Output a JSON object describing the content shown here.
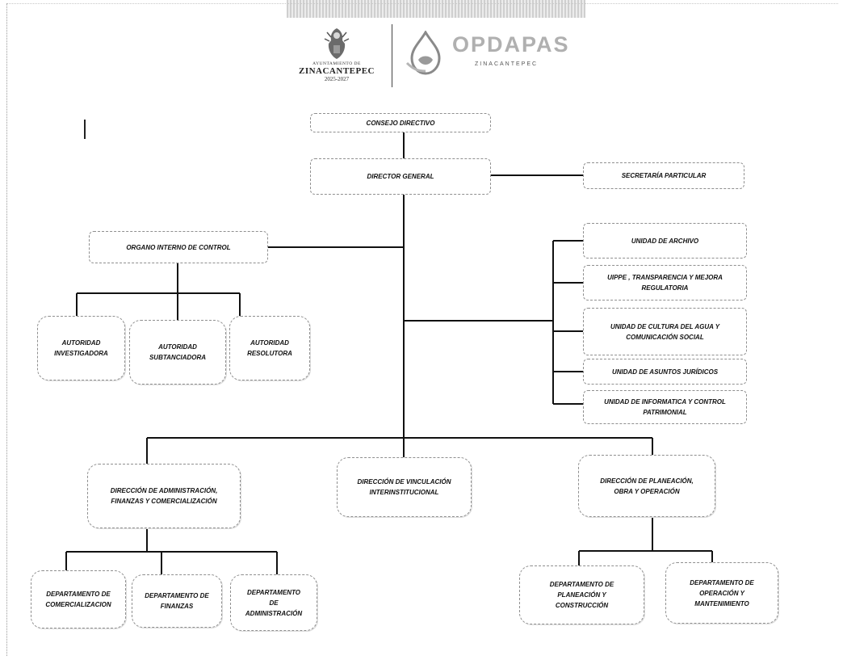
{
  "header": {
    "municipality_small": "AYUNTAMIENTO DE",
    "municipality": "ZINACANTEPEC",
    "years": "2025-2027",
    "brand": "OPDAPAS",
    "brand_sub": "ZINACANTEPEC"
  },
  "nodes": {
    "consejo": "CONSEJO DIRECTIVO",
    "director": "DIRECTOR GENERAL",
    "secretaria": "SECRETARÍA PARTICULAR",
    "organo": "ORGANO INTERNO DE CONTROL",
    "aut_investigadora": "AUTORIDAD INVESTIGADORA",
    "aut_substanciadora": "AUTORIDAD SUBTANCIADORA",
    "aut_resolutora": "AUTORIDAD RESOLUTORA",
    "u_archivo": "UNIDAD DE ARCHIVO",
    "u_uippe": "UIPPE , TRANSPARENCIA Y MEJORA REGULATORIA",
    "u_cultura": "UNIDAD DE CULTURA DEL AGUA Y COMUNICACIÓN SOCIAL",
    "u_juridicos": "UNIDAD DE ASUNTOS JURÍDICOS",
    "u_informatica": "UNIDAD DE INFORMATICA Y CONTROL PATRIMONIAL",
    "dir_admin": "DIRECCIÓN DE ADMINISTRACIÓN, FINANZAS Y COMERCIALIZACIÓN",
    "dir_vinculacion": "DIRECCIÓN DE VINCULACIÓN INTERINSTITUCIONAL",
    "dir_planeacion": "DIRECCIÓN DE PLANEACIÓN, OBRA Y OPERACIÓN",
    "dep_comercializacion": "DEPARTAMENTO DE COMERCIALIZACION",
    "dep_finanzas": "DEPARTAMENTO DE FINANZAS",
    "dep_administracion": "DEPARTAMENTO DE ADMINISTRACIÓN",
    "dep_planeacion": "DEPARTAMENTO DE PLANEACIÓN Y CONSTRUCCIÓN",
    "dep_operacion": "DEPARTAMENTO DE OPERACIÓN Y MANTENIMIENTO"
  },
  "icons": {
    "municipal_logo": "coat-of-arms-icon",
    "brand_logo": "water-drop-icon"
  }
}
